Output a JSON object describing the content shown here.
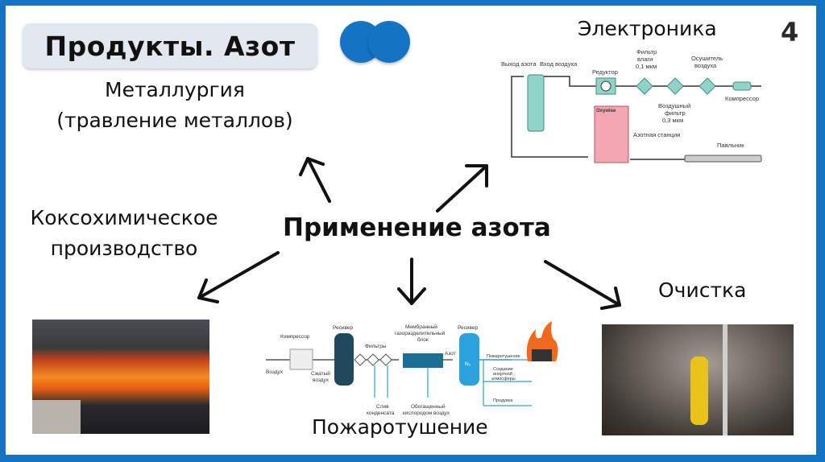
{
  "slide": {
    "title": "Продукты. Азот",
    "page_number": "4",
    "center_label": "Применение азота",
    "brand_color": "#1573c4"
  },
  "labels": {
    "metallurgy_line1": "Металлургия",
    "metallurgy_line2": "(травление металлов)",
    "coke_line1": "Коксохимическое",
    "coke_line2": "производство",
    "electronics": "Электроника",
    "cleaning": "Очистка",
    "firefighting": "Пожаротушение"
  },
  "electronics_diagram": {
    "nitrogen_out": "Выход азота",
    "air_in": "Вход воздуха",
    "reducer": "Редуктор",
    "moisture_filter": [
      "Фильтр",
      "влаги",
      "0,1 мкм"
    ],
    "air_dryer": [
      "Осушитель",
      "воздуха"
    ],
    "air_filter": [
      "Воздушный",
      "фильтр",
      "0,3 мкм"
    ],
    "compressor": "Компрессор",
    "station_brand": "Oxywise",
    "nitrogen_station": "Азотная станция",
    "soldering_iron": "Паяльник"
  },
  "fire_diagram": {
    "compressor": "Компрессор",
    "receiver1": "Ресивер",
    "filters": "Фильтры",
    "membrane": [
      "Мембранный",
      "газоразделительный",
      "блок"
    ],
    "receiver2": "Ресивер",
    "air": "Воздух",
    "compressed_air": [
      "Сжатый",
      "воздух"
    ],
    "condensate": [
      "Слив",
      "конденсата"
    ],
    "enriched_air": [
      "Обогащенный",
      "кислородом воздух"
    ],
    "nitrogen": "Азот",
    "n2": "N₂",
    "out_fire": "Пожаротушение",
    "out_inert": [
      "Создание",
      "инертной",
      "атмосферы"
    ],
    "out_purge": "Продувка"
  }
}
